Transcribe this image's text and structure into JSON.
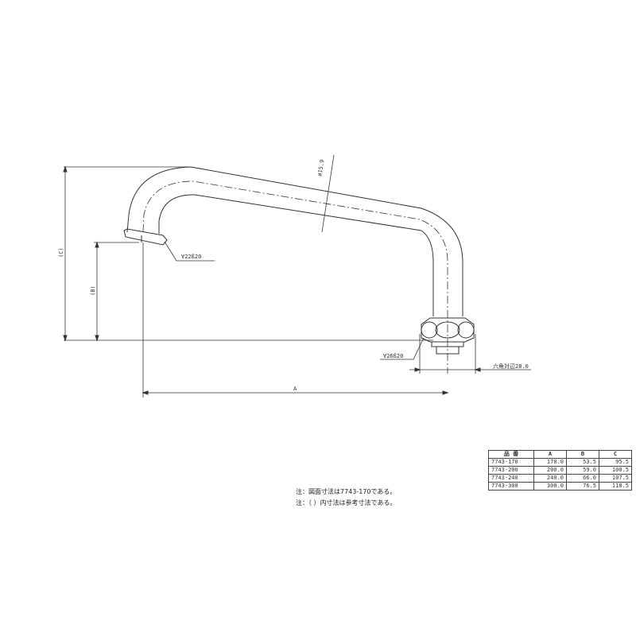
{
  "drawing": {
    "title": "Spout dimensional drawing",
    "dimensions": {
      "pipe_diameter": "ø15.9",
      "outlet_thread": "∀22ß20",
      "inlet_thread": "∀26ß20",
      "nut_width": "六角対辺28.0",
      "label_A": "A",
      "label_B": "(B)",
      "label_C": "(C)"
    },
    "colors": {
      "line": "#333333",
      "background": "#ffffff"
    }
  },
  "table": {
    "headers": [
      "品 番",
      "A",
      "B",
      "C"
    ],
    "rows": [
      {
        "model": "7743-170",
        "A": "170.0",
        "B": "53.5",
        "C": "95.5"
      },
      {
        "model": "7743-200",
        "A": "200.0",
        "B": "59.0",
        "C": "100.5"
      },
      {
        "model": "7743-240",
        "A": "240.0",
        "B": "66.0",
        "C": "107.5"
      },
      {
        "model": "7743-300",
        "A": "300.0",
        "B": "76.5",
        "C": "118.5"
      }
    ]
  },
  "notes": [
    "注：図面寸法は7743-170である。",
    "注：（ ）内寸法は参考寸法である。"
  ]
}
